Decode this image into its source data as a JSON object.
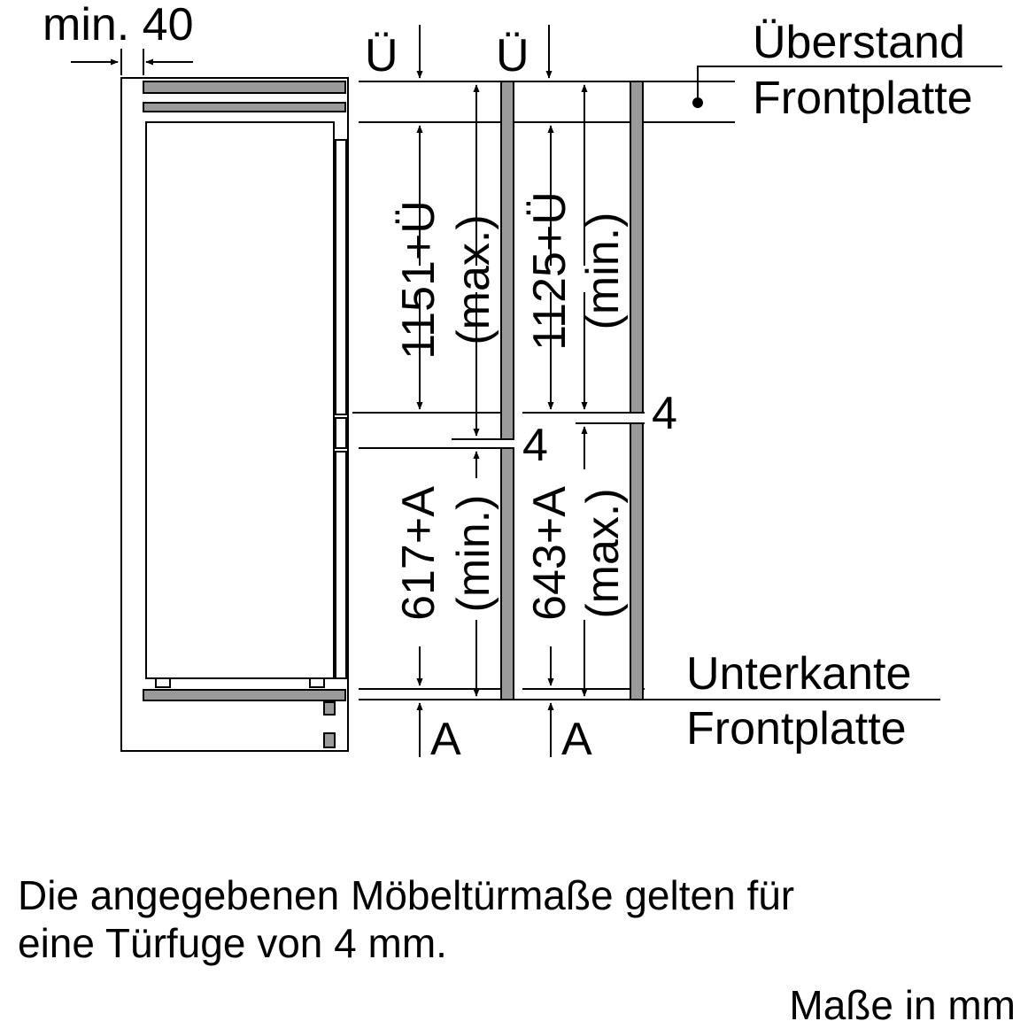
{
  "diagram": {
    "min_gap_label": "min. 40",
    "overhang_marker": "Ü",
    "overhang_title_line1": "Überstand",
    "overhang_title_line2": "Frontplatte",
    "bottom_title_line1": "Unterkante",
    "bottom_title_line2": "Frontplatte",
    "gap_value": "4",
    "bottom_marker": "A",
    "dim_upper_left_value": "1151+Ü",
    "dim_upper_left_qual": "(max.)",
    "dim_upper_right_value": "1125+Ü",
    "dim_upper_right_qual": "(min.)",
    "dim_lower_left_value": "617+A",
    "dim_lower_left_qual": "(min.)",
    "dim_lower_right_value": "643+A",
    "dim_lower_right_qual": "(max.)"
  },
  "footer": {
    "note_line1": "Die angegebenen Möbeltürmaße gelten für",
    "note_line2": "eine Türfuge von 4 mm.",
    "units": "Maße in mm"
  },
  "colors": {
    "panel": "#9a9a9a",
    "line": "#000000"
  }
}
